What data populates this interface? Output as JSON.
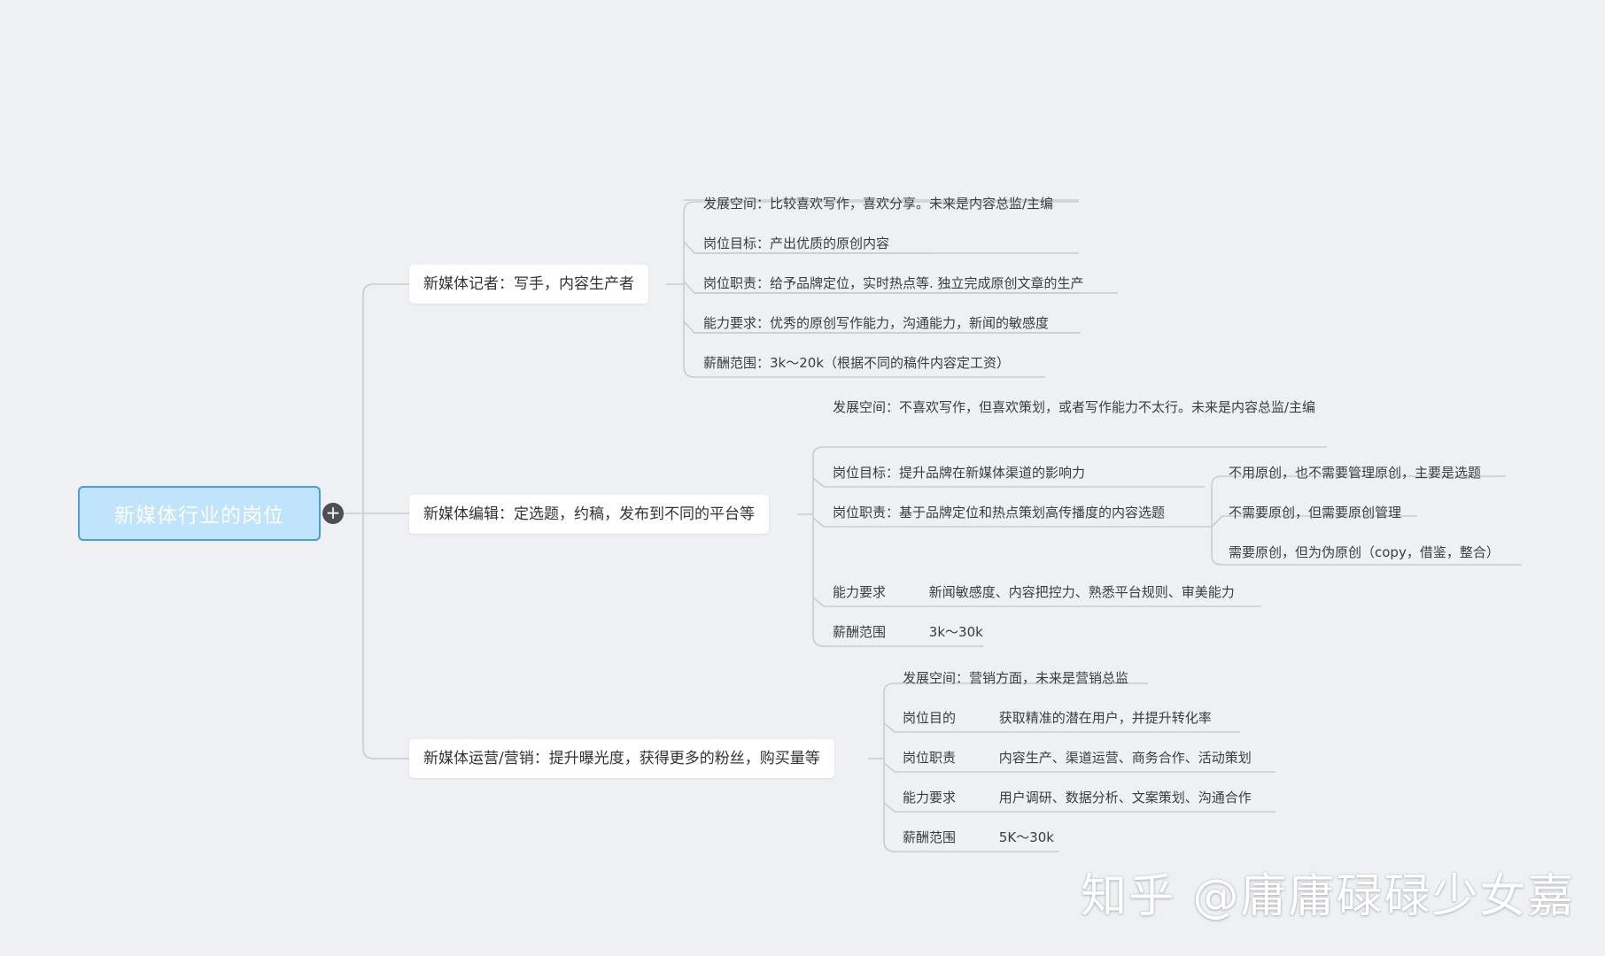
{
  "colors": {
    "background": "#eef0f3",
    "root_fill": "#bfe4fb",
    "root_border": "#4a9edb",
    "connector": "#c9ccd1"
  },
  "root": {
    "label": "新媒体行业的岗位",
    "collapse_icon": "plus-circle-icon"
  },
  "branches": [
    {
      "label": "新媒体记者：写手，内容生产者",
      "items": [
        {
          "text": "发展空间：比较喜欢写作，喜欢分享。未来是内容总监/主编"
        },
        {
          "text": "岗位目标：产出优质的原创内容"
        },
        {
          "text": "岗位职责：给予品牌定位，实时热点等. 独立完成原创文章的生产"
        },
        {
          "text": "能力要求：优秀的原创写作能力，沟通能力，新闻的敏感度"
        },
        {
          "text": "薪酬范围：3k～20k（根据不同的稿件内容定工资）"
        }
      ]
    },
    {
      "label": "新媒体编辑：定选题，约稿，发布到不同的平台等",
      "items": [
        {
          "text": "发展空间：不喜欢写作，但喜欢策划，或者写作能力不太行。未来是内容总监/主编"
        },
        {
          "text": "岗位目标：提升品牌在新媒体渠道的影响力"
        },
        {
          "text": "岗位职责：基于品牌定位和热点策划高传播度的内容选题",
          "sub": [
            "不用原创，也不需要管理原创，主要是选题",
            "不需要原创，但需要原创管理",
            "需要原创，但为伪原创（copy，借鉴，整合）"
          ]
        },
        {
          "key": "能力要求",
          "value": "新闻敏感度、内容把控力、熟悉平台规则、审美能力"
        },
        {
          "key": "薪酬范围",
          "value": "3k～30k"
        }
      ]
    },
    {
      "label": "新媒体运营/营销：提升曝光度，获得更多的粉丝，购买量等",
      "items": [
        {
          "text": "发展空间：营销方面，未来是营销总监"
        },
        {
          "key": "岗位目的",
          "value": "获取精准的潜在用户，并提升转化率"
        },
        {
          "key": "岗位职责",
          "value": "内容生产、渠道运营、商务合作、活动策划"
        },
        {
          "key": "能力要求",
          "value": "用户调研、数据分析、文案策划、沟通合作"
        },
        {
          "key": "薪酬范围",
          "value": "5K～30k"
        }
      ]
    }
  ],
  "watermark": "知乎 @庸庸碌碌少女嘉"
}
